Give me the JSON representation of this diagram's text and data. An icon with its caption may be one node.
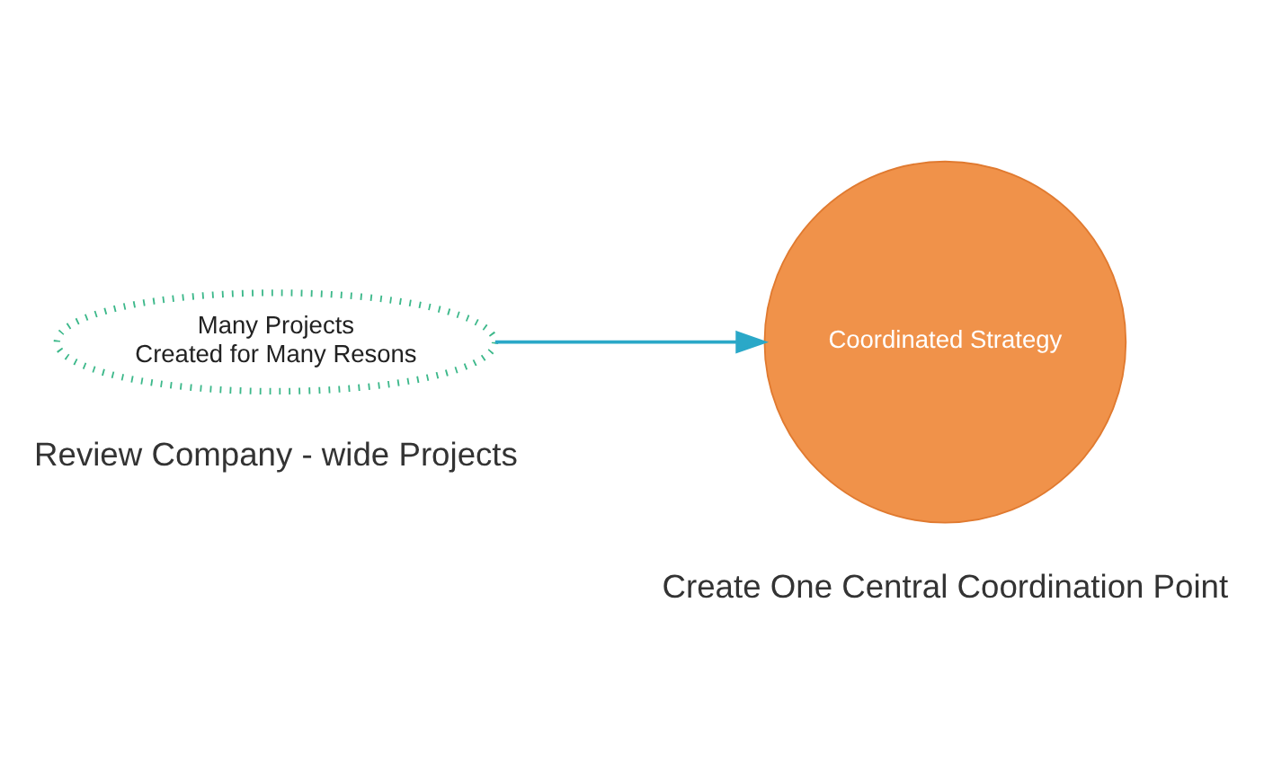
{
  "diagram": {
    "nodes": [
      {
        "text": [
          "Many Projects",
          "Created for Many Resons"
        ],
        "beside": [
          "Review Company - wide Projects"
        ]
      },
      {
        "text": [
          "Coordinated Strategy"
        ],
        "beside": [
          "Create One Central Coordination Point"
        ]
      }
    ],
    "edges": [
      {
        "from": 0,
        "to": 1,
        "arrow": "to"
      }
    ]
  }
}
